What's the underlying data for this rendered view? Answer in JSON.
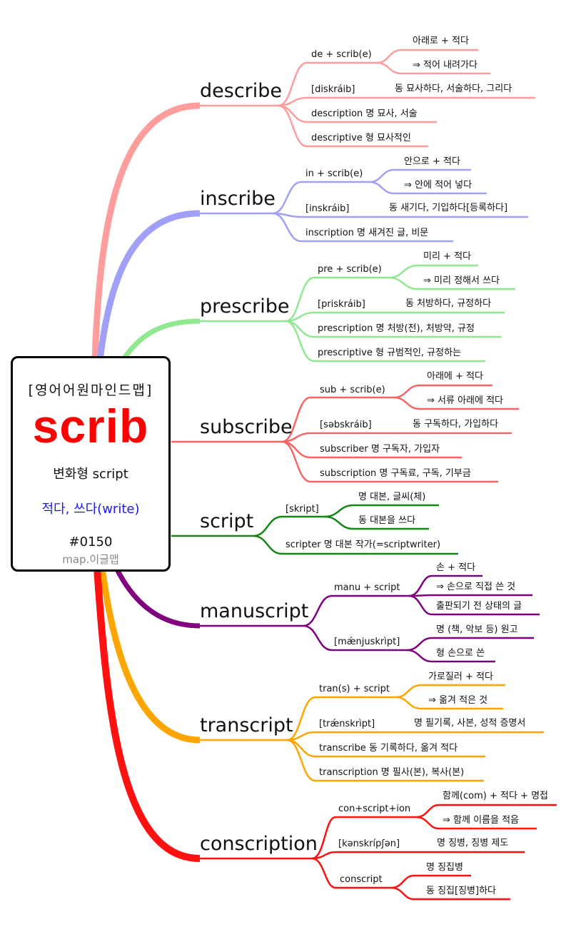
{
  "center": {
    "title": "[영어어원마인드맵]",
    "root": "scrib",
    "variant": "변화형  script",
    "meaning": "적다, 쓰다(write)",
    "number": "#0150",
    "brand": "map.이글맵"
  },
  "branches": [
    {
      "word": "describe",
      "color": "#ff9c9c",
      "items": [
        {
          "label": "de + scrib(e)",
          "subs": [
            "아래로 + 적다",
            "⇒ 적어 내려가다"
          ]
        },
        {
          "label": "[diskráib]",
          "meaning": "동 묘사하다, 서술하다, 그리다"
        },
        {
          "label": "description 명 묘사, 서술"
        },
        {
          "label": "descriptive 형 묘사적인"
        }
      ]
    },
    {
      "word": "inscribe",
      "color": "#a0a0f8",
      "items": [
        {
          "label": "in + scrib(e)",
          "subs": [
            "안으로 + 적다",
            "⇒ 안에 적어 넣다"
          ]
        },
        {
          "label": "[inskráib]",
          "meaning": "동 새기다, 기입하다[등록하다]"
        },
        {
          "label": "inscription 명 새겨진 글, 비문"
        }
      ]
    },
    {
      "word": "prescribe",
      "color": "#90e890",
      "items": [
        {
          "label": "pre + scrib(e)",
          "subs": [
            "미리 + 적다",
            "⇒ 미리 정해서 쓰다"
          ]
        },
        {
          "label": "[priskráib]",
          "meaning": "동 처방하다, 규정하다"
        },
        {
          "label": "prescription 명 처방(전), 처방약, 규정"
        },
        {
          "label": "prescriptive 형 규범적인, 규정하는"
        }
      ]
    },
    {
      "word": "subscribe",
      "color": "#f86464",
      "items": [
        {
          "label": "sub + scrib(e)",
          "subs": [
            "아래에 + 적다",
            "⇒ 서류 아래에 적다"
          ]
        },
        {
          "label": "[səbskráib]",
          "meaning": "동 구독하다, 가입하다"
        },
        {
          "label": "subscriber 명 구독자, 가입자"
        },
        {
          "label": "subscription 명 구독료, 구독, 기부금"
        }
      ]
    },
    {
      "word": "script",
      "color": "#118811",
      "items": [
        {
          "label": "[skript]",
          "subs": [
            "명 대본, 글씨(체)",
            "동 대본을 쓰다"
          ]
        },
        {
          "label": "scripter 명 대본 작가(=scriptwriter)"
        }
      ]
    },
    {
      "word": "manuscript",
      "color": "#800080",
      "items": [
        {
          "label": "manu + script",
          "subs": [
            "손 + 적다",
            "⇒ 손으로 직접 쓴 것",
            "출판되기 전 상태의 글"
          ]
        },
        {
          "label": "[mǽnjuskrìpt]",
          "subs": [
            "명 (책, 악보 등) 원고",
            "형 손으로 쓴"
          ]
        }
      ]
    },
    {
      "word": "transcript",
      "color": "#ffa500",
      "items": [
        {
          "label": "tran(s) + script",
          "subs": [
            "가로질러 + 적다",
            "⇒ 옮겨 적은 것"
          ]
        },
        {
          "label": "[trǽnskrìpt]",
          "meaning": "명 필기록, 사본, 성적 증명서"
        },
        {
          "label": "transcribe 동 기록하다, 옮겨 적다"
        },
        {
          "label": "transcription 명 필사(본), 복사(본)"
        }
      ]
    },
    {
      "word": "conscription",
      "color": "#ff1111",
      "items": [
        {
          "label": "con+script+ion",
          "subs": [
            "함께(com) + 적다 + 명접",
            "⇒ 함께 이름을 적음"
          ]
        },
        {
          "label": "[kənskrípʃən]",
          "meaning": "명 징병, 징병 제도"
        },
        {
          "label": "conscript",
          "subs": [
            "명 징집병",
            "동 징집[징병]하다"
          ]
        }
      ]
    }
  ]
}
